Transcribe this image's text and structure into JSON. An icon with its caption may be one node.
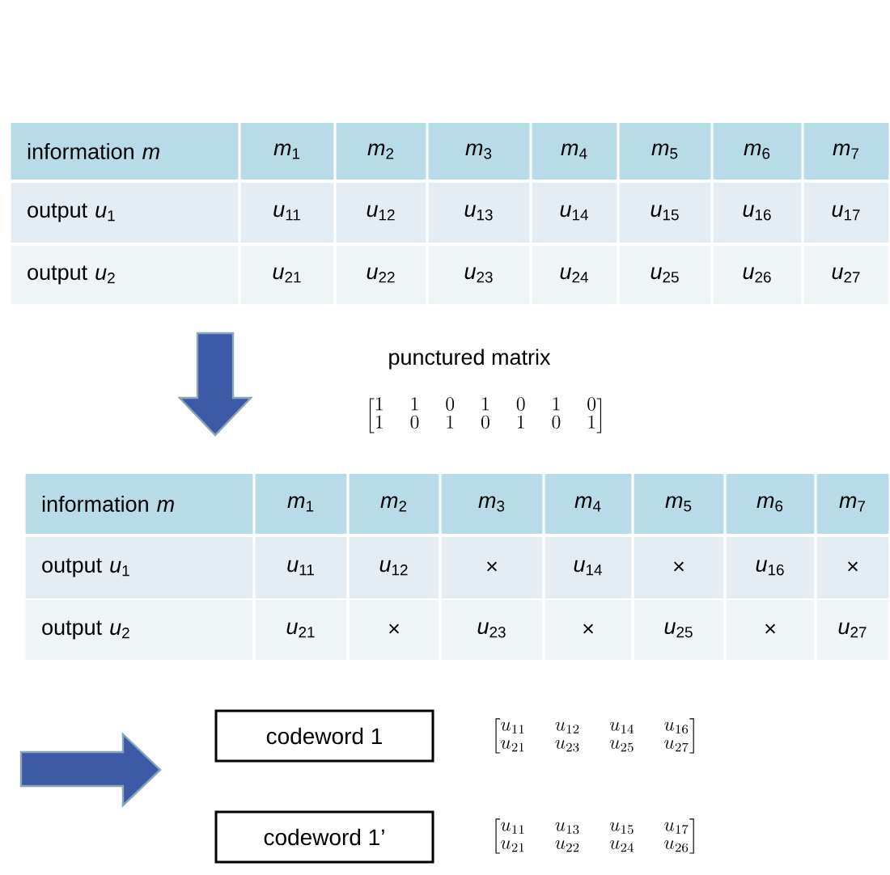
{
  "diagram": {
    "nodes": [
      {
        "text": [
          "codeword 1"
        ],
        "beside": [
          "\\begin{bmatrix}u_{11}&u_{12}&u_{14}&u_{16}\\\\u_{21}&u_{23}&u_{25}&u_{27}\\end{bmatrix}"
        ]
      },
      {
        "text": [
          "codeword 1’"
        ],
        "beside": [
          "\\begin{bmatrix}u_{11}&u_{13}&u_{15}&u_{17}\\\\u_{21}&u_{22}&u_{24}&u_{26}\\end{bmatrix}"
        ]
      }
    ],
    "labels": [
      "information *m*",
      "*m*$_{1}$",
      "*m*$_{2}$",
      "*m*$_{3}$",
      "*m*$_{4}$",
      "*m*$_{5}$",
      "*m*$_{6}$",
      "*m*$_{7}$",
      "output *u*$_{1}$",
      "*u*$_{11}$",
      "*u*$_{12}$",
      "*u*$_{13}$",
      "*u*$_{14}$",
      "*u*$_{15}$",
      "*u*$_{16}$",
      "*u*$_{17}$",
      "output *u*$_{2}$",
      "*u*$_{21}$",
      "*u*$_{22}$",
      "*u*$_{23}$",
      "*u*$_{24}$",
      "*u*$_{25}$",
      "*u*$_{26}$",
      "*u*$_{27}$",
      "punctured matrix",
      "\\begin{bmatrix}1&1&0&1&0&1&0\\\\1&0&1&0&1&0&1\\end{bmatrix}",
      "information *m*",
      "*m*$_{1}$",
      "*m*$_{2}$",
      "*m*$_{3}$",
      "*m*$_{4}$",
      "*m*$_{5}$",
      "*m*$_{6}$",
      "*m*$_{7}$",
      "output *u*$_{1}$",
      "*u*$_{11}$",
      "*u*$_{12}$",
      "×",
      "*u*$_{14}$",
      "×",
      "*u*$_{16}$",
      "×",
      "output *u*$_{2}$",
      "*u*$_{21}$",
      "×",
      "*u*$_{23}$",
      "×",
      "*u*$_{25}$",
      "×",
      "*u*$_{27}$"
    ]
  }
}
